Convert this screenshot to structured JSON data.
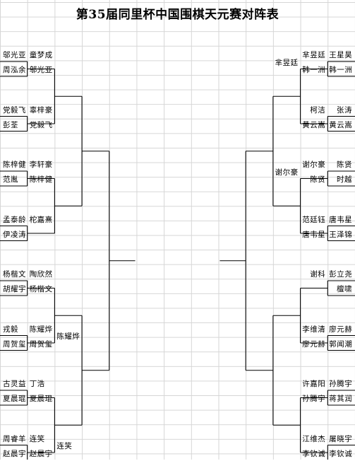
{
  "title": "第35届同里杯中国围棋天元赛对阵表",
  "left": {
    "r1": [
      "邬光亚",
      "周泓余",
      "党毅飞",
      "彭荃",
      "陈梓健",
      "范胤",
      "孟泰龄",
      "伊凌涛",
      "杨楷文",
      "胡耀宇",
      "戎毅",
      "周贺玺",
      "古灵益",
      "夏晨琨",
      "周睿羊",
      "赵晨宇"
    ],
    "r2": [
      "童梦成",
      "邬光亚",
      "辜梓豪",
      "党毅飞",
      "李轩豪",
      "陈梓健",
      "柁嘉熹",
      "",
      "陶欣然",
      "杨楷文",
      "陈耀烨",
      "周贺玺",
      "丁浩",
      "夏晨琨",
      "连笑",
      "赵晨宇"
    ],
    "r3": [
      "",
      "",
      "",
      "",
      "",
      "陈耀烨",
      "",
      "连笑"
    ]
  },
  "right": {
    "r1": [
      "王星昊",
      "韩一洲",
      "张涛",
      "黄云嵩",
      "陈贤",
      "时越",
      "唐韦星",
      "王泽锦",
      "彭立尧",
      "檀啸",
      "廖元赫",
      "郭闻潮",
      "孙腾宇",
      "蒋其润",
      "屠晓宇",
      "李钦诚"
    ],
    "r2": [
      "芈昱廷",
      "韩一洲",
      "柯洁",
      "黄云嵩",
      "谢尔豪",
      "陈贤",
      "范廷钰",
      "唐韦星",
      "谢科",
      "",
      "李维清",
      "廖元赫",
      "许嘉阳",
      "孙腾宇",
      "江维杰",
      "李钦诚"
    ],
    "r3": [
      "芈昱廷",
      "",
      "谢尔豪",
      "",
      "",
      "",
      "",
      ""
    ]
  }
}
